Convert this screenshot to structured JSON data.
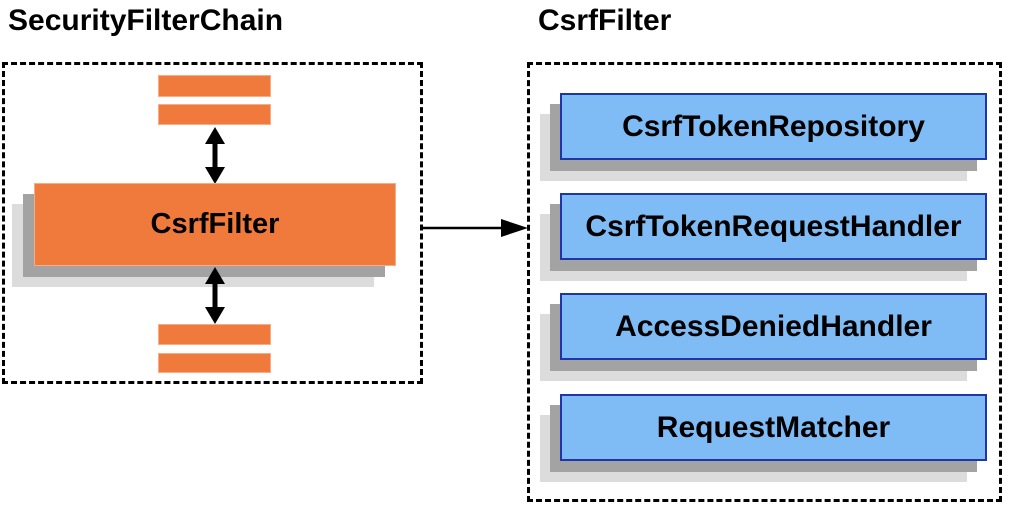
{
  "diagram": {
    "left": {
      "title": "SecurityFilterChain",
      "filter_label": "CsrfFilter"
    },
    "right": {
      "title": "CsrfFilter",
      "components": [
        {
          "label": "CsrfTokenRepository"
        },
        {
          "label": "CsrfTokenRequestHandler"
        },
        {
          "label": "AccessDeniedHandler"
        },
        {
          "label": "RequestMatcher"
        }
      ]
    },
    "icons": {
      "vertical_arrows": "bidirectional-arrow-icon",
      "horizontal_arrow": "flow-arrow-icon"
    },
    "colors": {
      "orange": "#F0793C",
      "orange_edge": "#F6AD85",
      "blue_fill": "#7FBCF5",
      "blue_border": "#1F35A8",
      "shadow_dark": "#A3A3A3",
      "shadow_light": "#DCDCDC",
      "line": "#000000"
    }
  }
}
